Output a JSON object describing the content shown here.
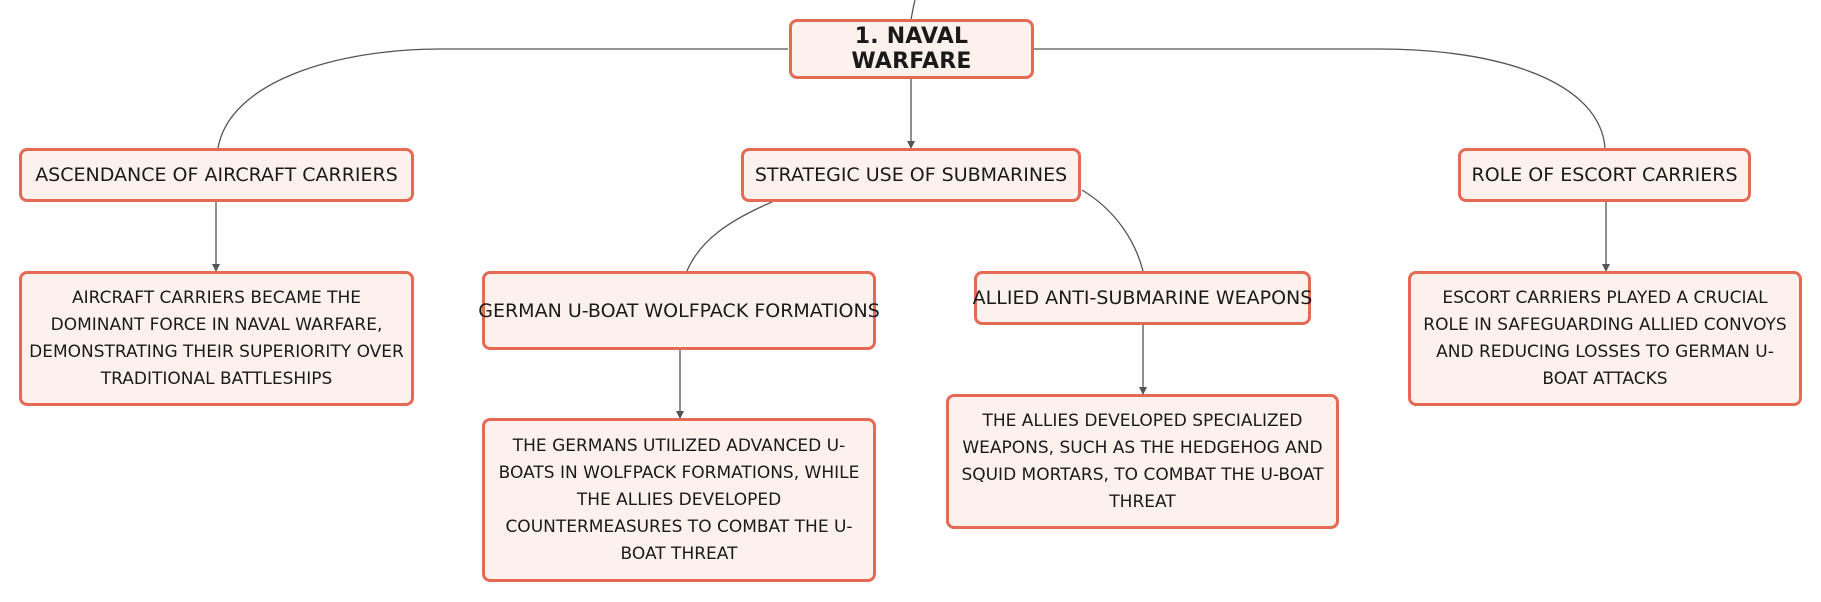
{
  "diagram": {
    "colors": {
      "node_fill": "#fdf1ee",
      "node_border": "#e56a54",
      "connector": "#555555",
      "text": "#1a1a1a"
    },
    "root": {
      "label": "1. NAVAL WARFARE"
    },
    "branches": [
      {
        "label": "ASCENDANCE OF AIRCRAFT CARRIERS",
        "children": [
          {
            "label": "AIRCRAFT CARRIERS BECAME THE DOMINANT FORCE IN NAVAL WARFARE, DEMONSTRATING THEIR SUPERIORITY OVER TRADITIONAL BATTLESHIPS"
          }
        ]
      },
      {
        "label": "STRATEGIC USE OF SUBMARINES",
        "children": [
          {
            "label": "GERMAN U-BOAT WOLFPACK FORMATIONS",
            "children": [
              {
                "label": "THE GERMANS UTILIZED ADVANCED U-BOATS IN WOLFPACK FORMATIONS, WHILE THE ALLIES DEVELOPED COUNTERMEASURES TO COMBAT THE U-BOAT THREAT"
              }
            ]
          },
          {
            "label": "ALLIED ANTI-SUBMARINE WEAPONS",
            "children": [
              {
                "label": "THE ALLIES DEVELOPED SPECIALIZED WEAPONS, SUCH AS THE HEDGEHOG AND SQUID MORTARS, TO COMBAT THE U-BOAT THREAT"
              }
            ]
          }
        ]
      },
      {
        "label": "ROLE OF ESCORT CARRIERS",
        "children": [
          {
            "label": "ESCORT CARRIERS PLAYED A CRUCIAL ROLE IN SAFEGUARDING ALLIED CONVOYS AND REDUCING LOSSES TO GERMAN U-BOAT ATTACKS"
          }
        ]
      }
    ]
  }
}
